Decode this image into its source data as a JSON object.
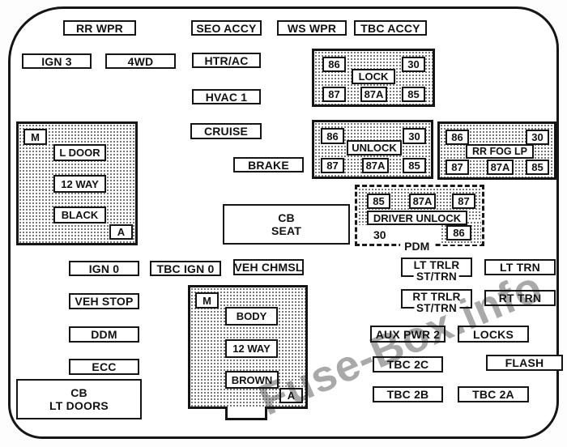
{
  "diagram": {
    "watermark": "Fuse-Box.info",
    "fuses": {
      "rr_wpr": "RR WPR",
      "seo_accy": "SEO ACCY",
      "ws_wpr": "WS WPR",
      "tbc_accy": "TBC ACCY",
      "ign_3": "IGN 3",
      "four_wd": "4WD",
      "htr_ac": "HTR/AC",
      "hvac_1": "HVAC 1",
      "cruise": "CRUISE",
      "brake": "BRAKE",
      "ign_0": "IGN 0",
      "tbc_ign_0": "TBC IGN 0",
      "veh_chmsl": "VEH CHMSL",
      "veh_stop": "VEH STOP",
      "ddm": "DDM",
      "ecc": "ECC",
      "lt_trn": "LT TRN",
      "rt_trn": "RT TRN",
      "aux_pwr_2": "AUX PWR 2",
      "locks": "LOCKS",
      "tbc_2c": "TBC 2C",
      "flash": "FLASH",
      "tbc_2b": "TBC 2B",
      "tbc_2a": "TBC 2A"
    },
    "multiline": {
      "cb_seat": {
        "line1": "CB",
        "line2": "SEAT"
      },
      "cb_lt_doors": {
        "line1": "CB",
        "line2": "LT DOORS"
      },
      "lt_trlr": {
        "line1": "LT TRLR",
        "line2": "ST/TRN"
      },
      "rt_trlr": {
        "line1": "RT TRLR",
        "line2": "ST/TRN"
      }
    },
    "relays": {
      "lock": {
        "label": "LOCK",
        "top": [
          "86",
          "30"
        ],
        "bottom": [
          "87",
          "87A",
          "85"
        ]
      },
      "unlock": {
        "label": "UNLOCK",
        "top": [
          "86",
          "30"
        ],
        "bottom": [
          "87",
          "87A",
          "85"
        ]
      },
      "rr_fog_lp": {
        "label": "RR FOG LP",
        "top": [
          "86",
          "30"
        ],
        "bottom": [
          "87",
          "87A",
          "85"
        ]
      },
      "pdm": {
        "label": "PDM",
        "relay_label": "DRIVER UNLOCK",
        "top": [
          "85",
          "87A",
          "87"
        ],
        "bottom_left": "30",
        "bottom_right": "86"
      }
    },
    "connectors": {
      "left": {
        "m": "M",
        "a": "A",
        "slots": [
          "L DOOR",
          "12 WAY",
          "BLACK"
        ]
      },
      "bottom": {
        "m": "M",
        "a": "A",
        "slots": [
          "BODY",
          "12 WAY",
          "BROWN"
        ]
      }
    }
  }
}
